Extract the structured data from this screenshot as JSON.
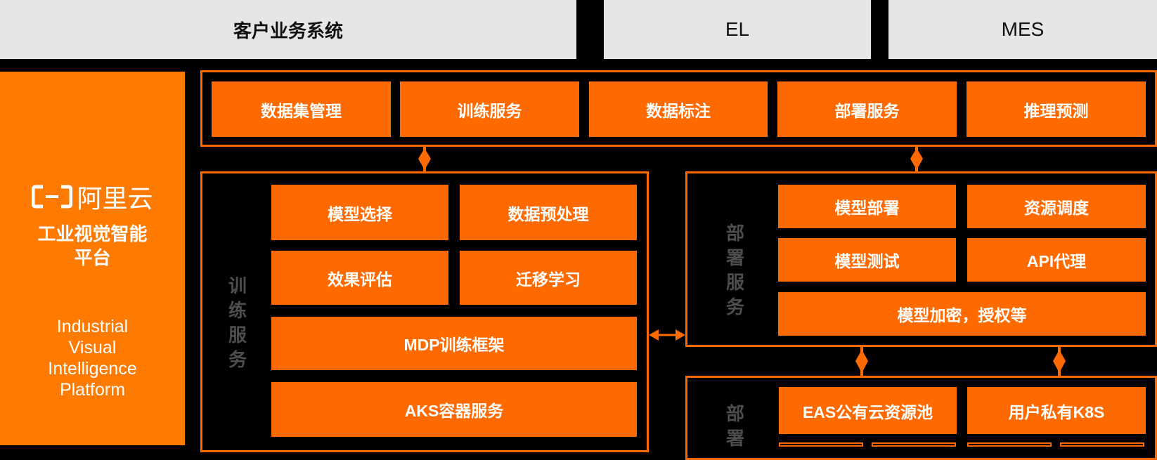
{
  "top_systems": [
    {
      "label": "客户业务系统"
    },
    {
      "label": "EL"
    },
    {
      "label": "MES"
    }
  ],
  "brand": {
    "logo_text": "阿里云",
    "platform_cn_line1": "工业视觉智能",
    "platform_cn_line2": "平台",
    "platform_en_lines": [
      "Industrial",
      "Visual",
      "Intelligence",
      "Platform"
    ]
  },
  "top_modules": [
    "数据集管理",
    "训练服务",
    "数据标注",
    "部署服务",
    "推理预测"
  ],
  "training": {
    "label_chars": [
      "训",
      "练",
      "服",
      "务"
    ],
    "tiles": [
      "模型选择",
      "数据预处理",
      "效果评估",
      "迁移学习"
    ],
    "framework": "MDP训练框架",
    "container": "AKS容器服务"
  },
  "deployment": {
    "label_chars": [
      "部",
      "署",
      "服",
      "务"
    ],
    "tiles": [
      "模型部署",
      "资源调度",
      "模型测试",
      "API代理"
    ],
    "wide_tile": "模型加密，授权等"
  },
  "resources": {
    "label_chars": [
      "部",
      "署"
    ],
    "tiles": [
      "EAS公有云资源池",
      "用户私有K8S"
    ]
  },
  "colors": {
    "accent": "#ff6a00",
    "sidebar": "#ff7a00",
    "top_box": "#e6e6e6",
    "background": "#000000",
    "label_gray": "#4d4d4d"
  }
}
